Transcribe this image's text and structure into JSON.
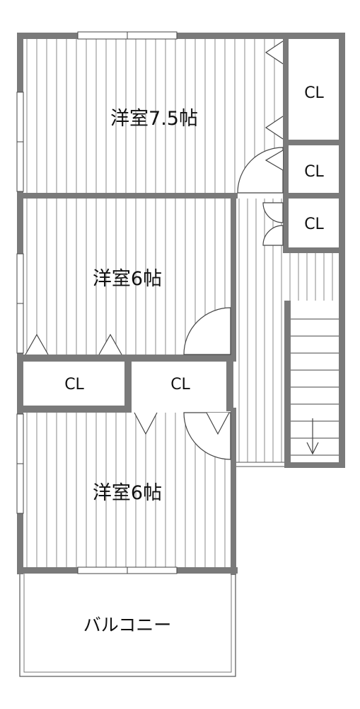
{
  "floor_plan": {
    "rooms": {
      "bedroom_upper": "洋室7.5帖",
      "bedroom_middle": "洋室6帖",
      "bedroom_lower": "洋室6帖",
      "balcony": "バルコニー"
    },
    "closets": {
      "cl_1": "CL",
      "cl_2": "CL",
      "cl_3": "CL",
      "cl_4": "CL",
      "cl_5": "CL"
    }
  },
  "colors": {
    "wall": "#7a7a7a",
    "line": "#4a4a4a",
    "floor_stripe": "#8a8a8a",
    "background": "#ffffff"
  }
}
